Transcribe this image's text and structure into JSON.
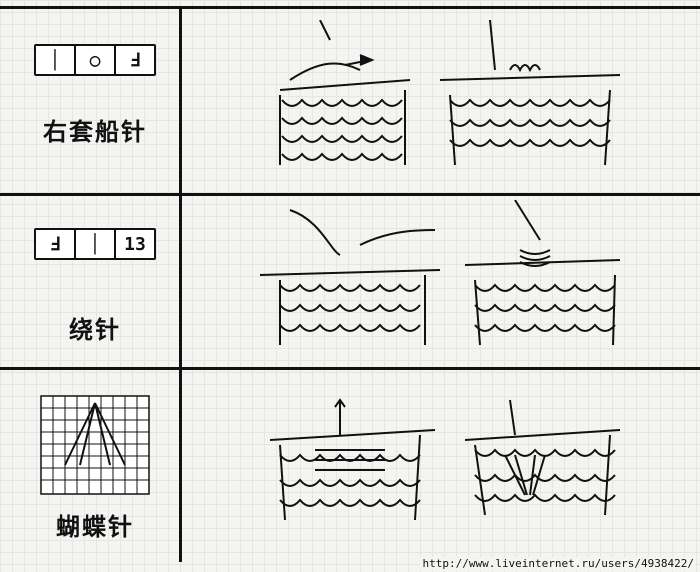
{
  "rows": [
    {
      "name": "右套船针",
      "symbols": [
        "│",
        "○",
        "Ⅎ"
      ],
      "illustrations": [
        "right-cross-stitch-step-1",
        "right-cross-stitch-step-2"
      ]
    },
    {
      "name": "绕针",
      "symbols": [
        "Ⅎ",
        "│",
        "13"
      ],
      "illustrations": [
        "wrap-stitch-step-1",
        "wrap-stitch-step-2"
      ]
    },
    {
      "name": "蝴蝶针",
      "symbols": [],
      "illustrations": [
        "butterfly-stitch-step-1",
        "butterfly-stitch-step-2"
      ]
    }
  ],
  "watermark_url": "http://www.liveinternet.ru/users/4938422/",
  "colors": {
    "ink": "#111111",
    "paper": "#f4f4f2"
  }
}
